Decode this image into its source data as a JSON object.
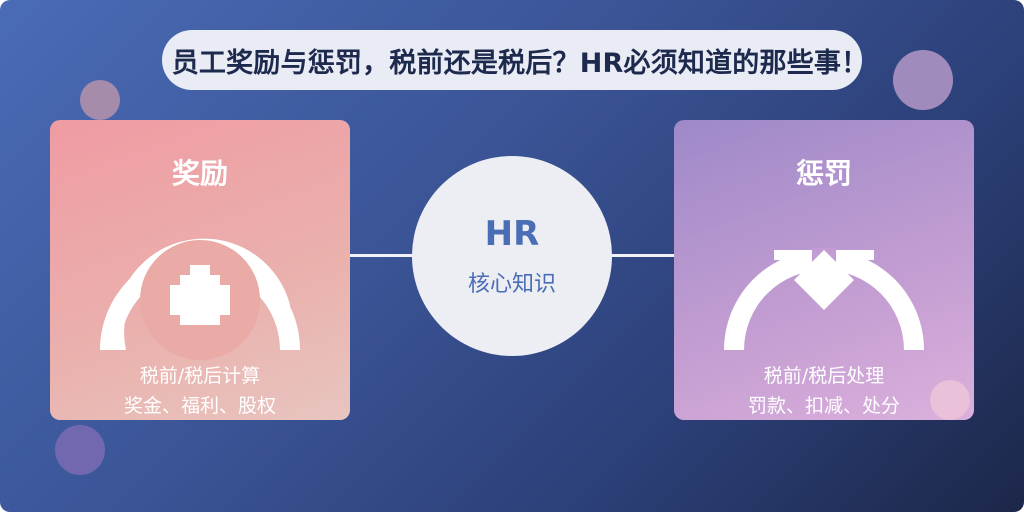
{
  "title": "员工奖励与惩罚，税前还是税后？HR必须知道的那些事！",
  "reward": {
    "title": "奖励",
    "line1": "税前/税后计算",
    "line2": "奖金、福利、股权",
    "icon": "money-bag-icon"
  },
  "hub": {
    "title": "HR",
    "subtitle": "核心知识"
  },
  "penalty": {
    "title": "惩罚",
    "line1": "税前/税后处理",
    "line2": "罚款、扣减、处分",
    "icon": "gavel-icon"
  },
  "colors": {
    "background": "#3b5597",
    "reward_card": "#eaa9aa",
    "penalty_card": "#b89ad0",
    "hub": "#eceef4",
    "accent": "#4a6db5"
  }
}
